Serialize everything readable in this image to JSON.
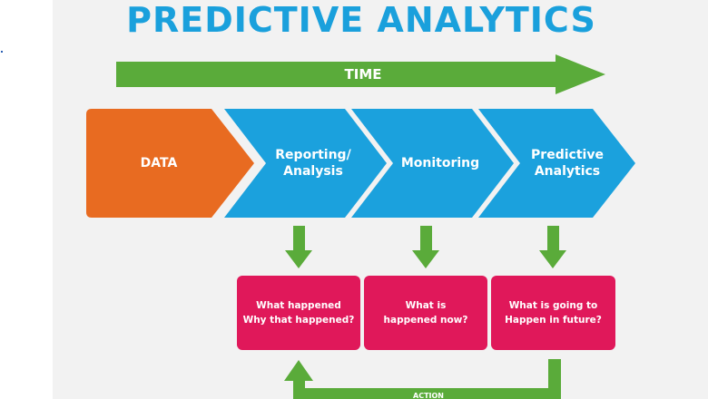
{
  "title": "PREDICTIVE ANALYTICS",
  "time_label": "TIME",
  "stages": [
    {
      "label": "DATA",
      "color": "#e86b21"
    },
    {
      "label": "Reporting/\nAnalysis",
      "color": "#1ba1dd"
    },
    {
      "label": "Monitoring",
      "color": "#1ba1dd"
    },
    {
      "label": "Predictive\nAnalytics",
      "color": "#1ba1dd"
    }
  ],
  "questions": [
    {
      "text": "What happened\nWhy that happened?"
    },
    {
      "text": "What is\nhappened now?"
    },
    {
      "text": "What is going to\nHappen in future?"
    }
  ],
  "feedback_label": "ACTION",
  "colors": {
    "title": "#1aa0dc",
    "arrow_green": "#5aab3a",
    "question_box": "#e0185a",
    "panel_bg": "#f2f2f2"
  }
}
